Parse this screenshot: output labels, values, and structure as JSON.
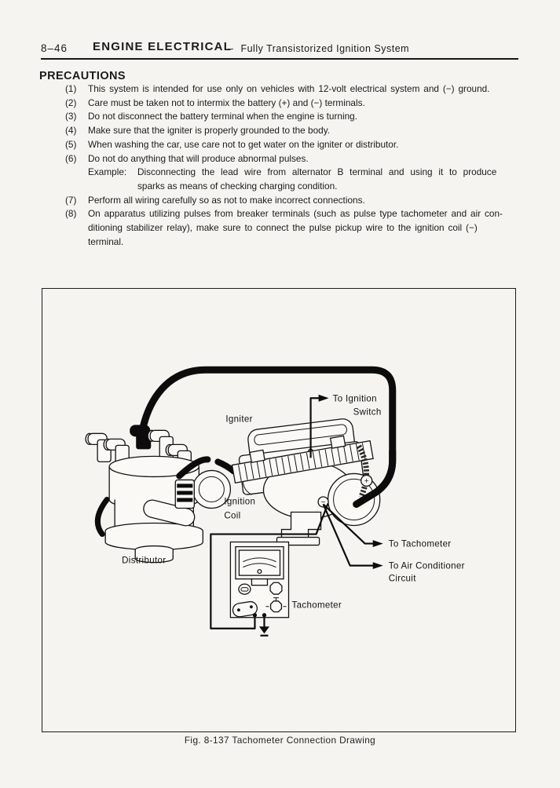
{
  "page": {
    "header": {
      "page_number": "8–46",
      "title": "ENGINE ELECTRICAL",
      "dash": "–",
      "subtitle": "Fully Transistorized Ignition System"
    },
    "precautions": {
      "heading": "PRECAUTIONS",
      "items": [
        {
          "num": "(1)",
          "text": "This system is intended for use only on vehicles with 12-volt electrical system and (−) ground."
        },
        {
          "num": "(2)",
          "text": "Care must be taken not to intermix the battery (+) and (−) terminals."
        },
        {
          "num": "(3)",
          "text": "Do not disconnect the battery terminal when the engine is turning."
        },
        {
          "num": "(4)",
          "text": "Make sure that the igniter is properly grounded to the body."
        },
        {
          "num": "(5)",
          "text": "When washing the car, use care not to get water on the igniter or distributor."
        },
        {
          "num": "(6)",
          "text": "Do not do anything that will produce abnormal pulses."
        },
        {
          "num": "(7)",
          "text": "Perform all wiring carefully so as not to make incorrect connections."
        },
        {
          "num": "(8)",
          "line1": "On apparatus utilizing pulses from breaker terminals (such as pulse type tachometer and air con-",
          "line2": "ditioning stabilizer relay), make sure to connect the pulse pickup wire to the ignition coil (−)",
          "line3": "terminal."
        }
      ],
      "example": {
        "label": "Example:",
        "line1": "Disconnecting the lead wire from alternator B terminal and using it to produce",
        "line2": "sparks as means of checking charging condition."
      }
    },
    "figure": {
      "caption": "Fig. 8-137  Tachometer Connection Drawing",
      "labels": {
        "igniter": "Igniter",
        "to_ignition_line1": "To Ignition",
        "to_ignition_line2": "Switch",
        "ignition_coil_line1": "Ignition",
        "ignition_coil_line2": "Coil",
        "distributor": "Distributor",
        "to_tachometer": "To Tachometer",
        "to_air_conditioner_line1": "To Air Conditioner",
        "to_air_conditioner_line2": "Circuit",
        "tachometer": "Tachometer",
        "coil_positive": "+",
        "coil_negative": "−"
      }
    },
    "colors": {
      "paper": "#f5f4f0",
      "ink": "#1b1b1b"
    }
  }
}
